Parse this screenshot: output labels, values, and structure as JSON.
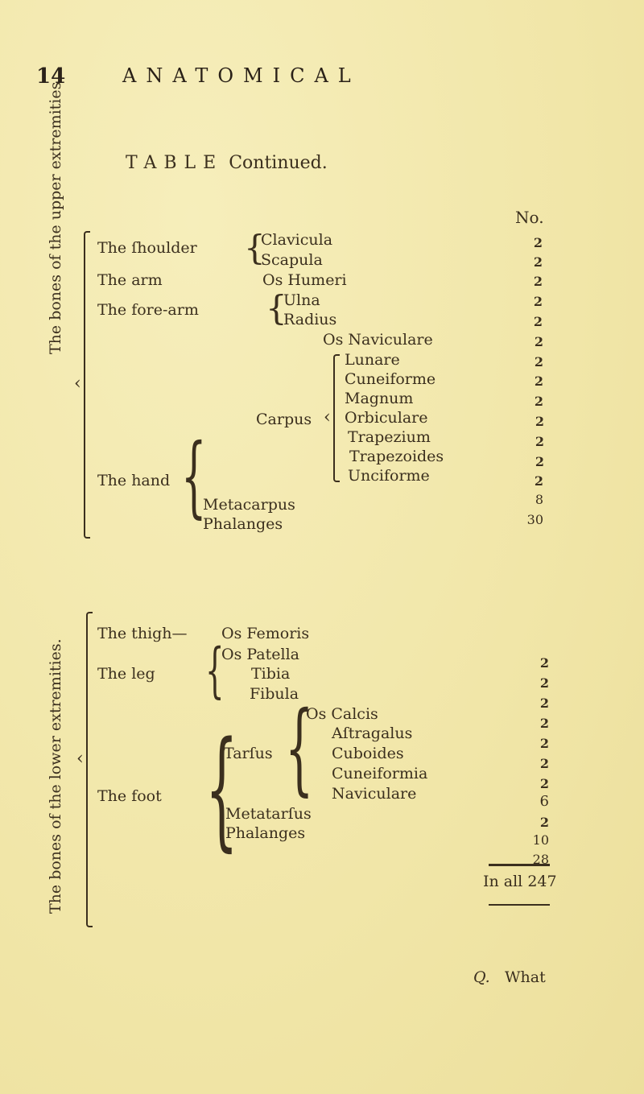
{
  "header": {
    "page_number": "14",
    "running_head": "ANATOMICAL",
    "table_title": "TABLE",
    "table_subtitle": "Continued."
  },
  "upper": {
    "group_label": "The bones of the upper extremities.",
    "column_header": "No.",
    "parts": {
      "shoulder": "The ſhoulder",
      "arm": "The arm",
      "forearm": "The fore-arm",
      "hand": "The hand",
      "carpus": "Carpus"
    },
    "rows": [
      {
        "bone": "Clavicula",
        "count": "2"
      },
      {
        "bone": "Scapula",
        "count": "2"
      },
      {
        "bone": "Os Humeri",
        "count": "2"
      },
      {
        "bone": "Ulna",
        "count": "2"
      },
      {
        "bone": "Radius",
        "count": "2"
      },
      {
        "bone": "Os Naviculare",
        "count": "2"
      },
      {
        "bone": "Lunare",
        "count": "2"
      },
      {
        "bone": "Cuneiforme",
        "count": "2"
      },
      {
        "bone": "Magnum",
        "count": "2"
      },
      {
        "bone": "Orbiculare",
        "count": "2"
      },
      {
        "bone": "Trapezium",
        "count": "2"
      },
      {
        "bone": "Trapezoides",
        "count": "2"
      },
      {
        "bone": "Unciforme",
        "count": "2"
      },
      {
        "bone": "Metacarpus",
        "count": "8"
      },
      {
        "bone": "Phalanges",
        "count": "30"
      }
    ]
  },
  "lower": {
    "group_label": "The bones of the lower extremities.",
    "parts": {
      "thigh": "The  thigh—",
      "leg": "The leg",
      "foot": "The foot",
      "tarsus": "Tarſus"
    },
    "rows": [
      {
        "bone": "Os Femoris",
        "count": "2"
      },
      {
        "bone": "Os Patella",
        "count": "2"
      },
      {
        "bone": "Tibia",
        "count": "2"
      },
      {
        "bone": "Fibula",
        "count": "2"
      },
      {
        "bone": "Os Calcis",
        "count": "2"
      },
      {
        "bone": "Aſtragalus",
        "count": "2"
      },
      {
        "bone": "Cuboides",
        "count": "2"
      },
      {
        "bone": "Cuneiformia",
        "count": "6"
      },
      {
        "bone": "Naviculare",
        "count": "2"
      },
      {
        "bone": "Metatarſus",
        "count": "10"
      },
      {
        "bone": "Phalanges",
        "count": "28"
      }
    ],
    "total_label": "In all",
    "total_value": "247"
  },
  "footer": {
    "signature": "Q.",
    "catchword": "What"
  }
}
